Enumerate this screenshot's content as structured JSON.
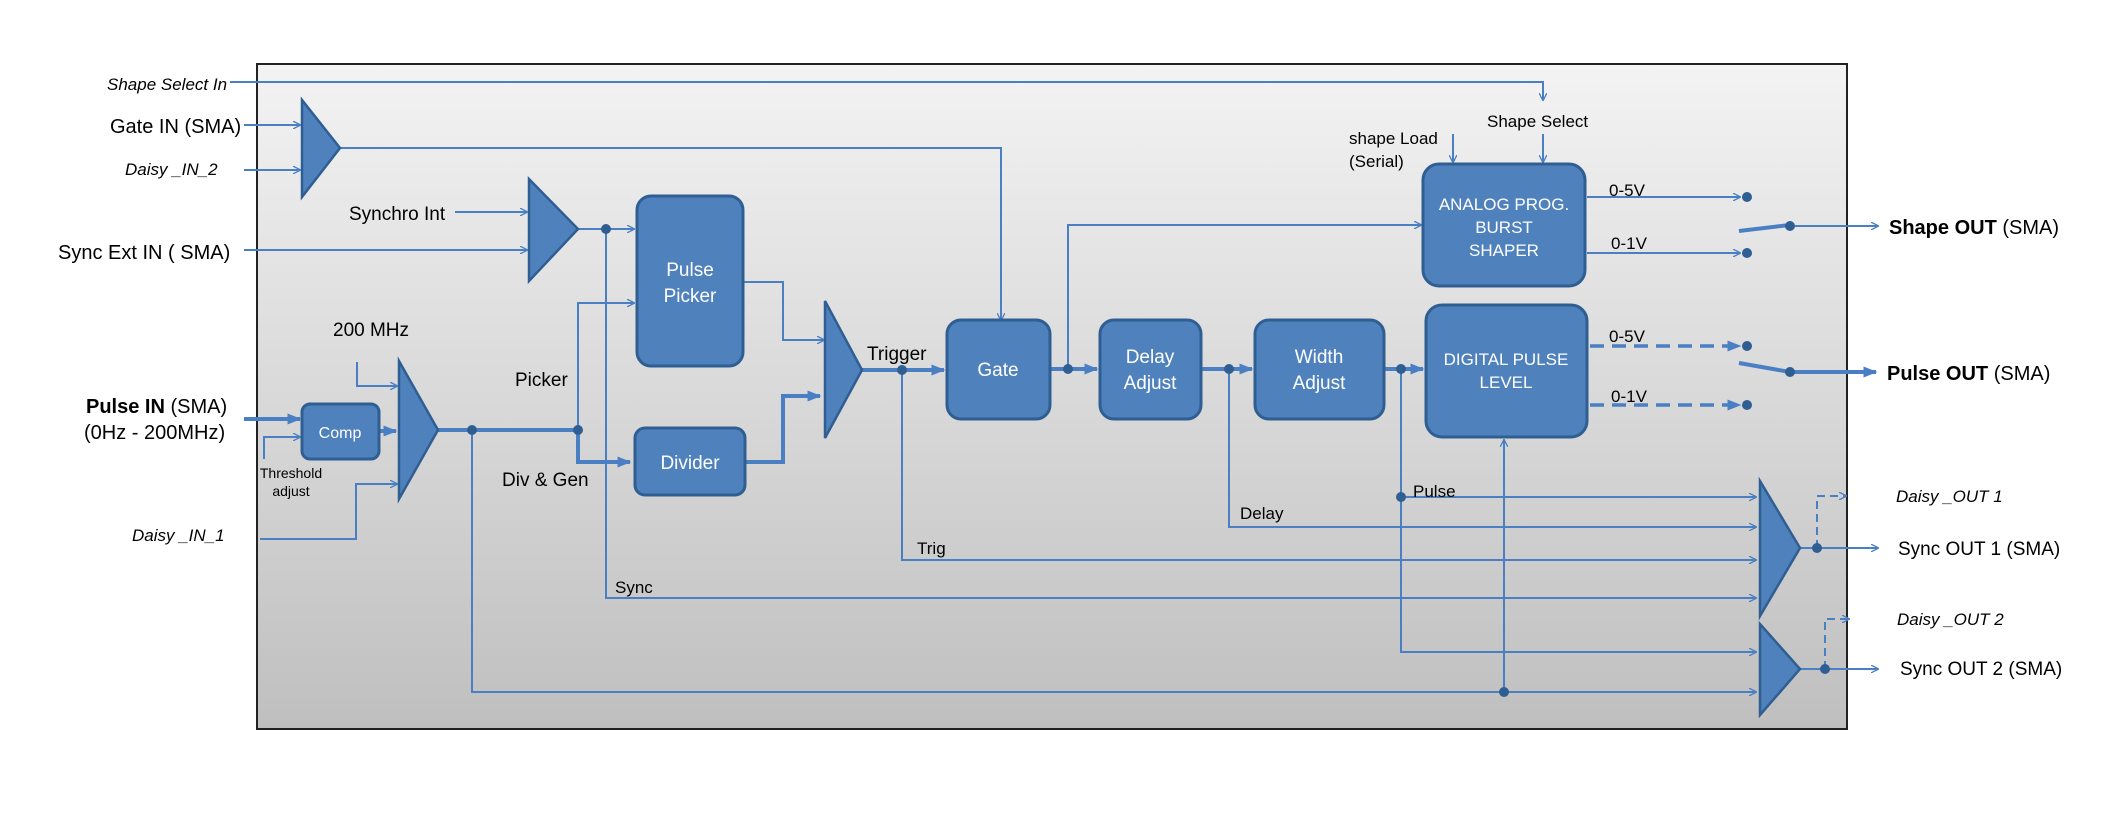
{
  "colors": {
    "block_fill": "#4f81bd",
    "block_stroke": "#2f5e93",
    "wire": "#4a7fc3",
    "panel_top": "#f3f3f3",
    "panel_bottom": "#bfbfbf"
  },
  "blocks": {
    "comp": "Comp",
    "pulse_picker": [
      "Pulse",
      "Picker"
    ],
    "divider": "Divider",
    "gate": "Gate",
    "delay_adjust": [
      "Delay",
      "Adjust"
    ],
    "width_adjust": [
      "Width",
      "Adjust"
    ],
    "analog_shaper": [
      "ANALOG PROG.",
      "BURST",
      "SHAPER"
    ],
    "digital_pulse": [
      "DIGITAL PULSE",
      "LEVEL"
    ]
  },
  "inputs": {
    "shape_select_in": "Shape Select In",
    "gate_in": "Gate IN (SMA)",
    "daisy_in_2": "Daisy _IN_2",
    "sync_ext_in": "Sync Ext IN ( SMA)",
    "pulse_in_bold": "Pulse IN",
    "pulse_in_rest": " (SMA)",
    "pulse_in_range": "(0Hz - 200MHz)",
    "daisy_in_1": "Daisy _IN_1"
  },
  "internal_labels": {
    "synchro_int": "Synchro Int",
    "mhz_200": "200 MHz",
    "picker": "Picker",
    "div_gen": "Div & Gen",
    "threshold": [
      "Threshold",
      "adjust"
    ],
    "trigger": "Trigger",
    "shape_load": [
      "shape Load",
      "(Serial)"
    ],
    "shape_select": "Shape Select",
    "v05_a": "0-5V",
    "v01_a": "0-1V",
    "v05_b": "0-5V",
    "v01_b": "0-1V",
    "pulse": "Pulse",
    "delay": "Delay",
    "trig": "Trig",
    "sync": "Sync"
  },
  "outputs": {
    "shape_out_bold": "Shape OUT",
    "shape_out_rest": " (SMA)",
    "pulse_out_bold": "Pulse OUT",
    "pulse_out_rest": " (SMA)",
    "daisy_out_1": "Daisy _OUT 1",
    "sync_out_1": "Sync OUT 1 (SMA)",
    "daisy_out_2": "Daisy _OUT 2",
    "sync_out_2": "Sync OUT 2 (SMA)"
  }
}
